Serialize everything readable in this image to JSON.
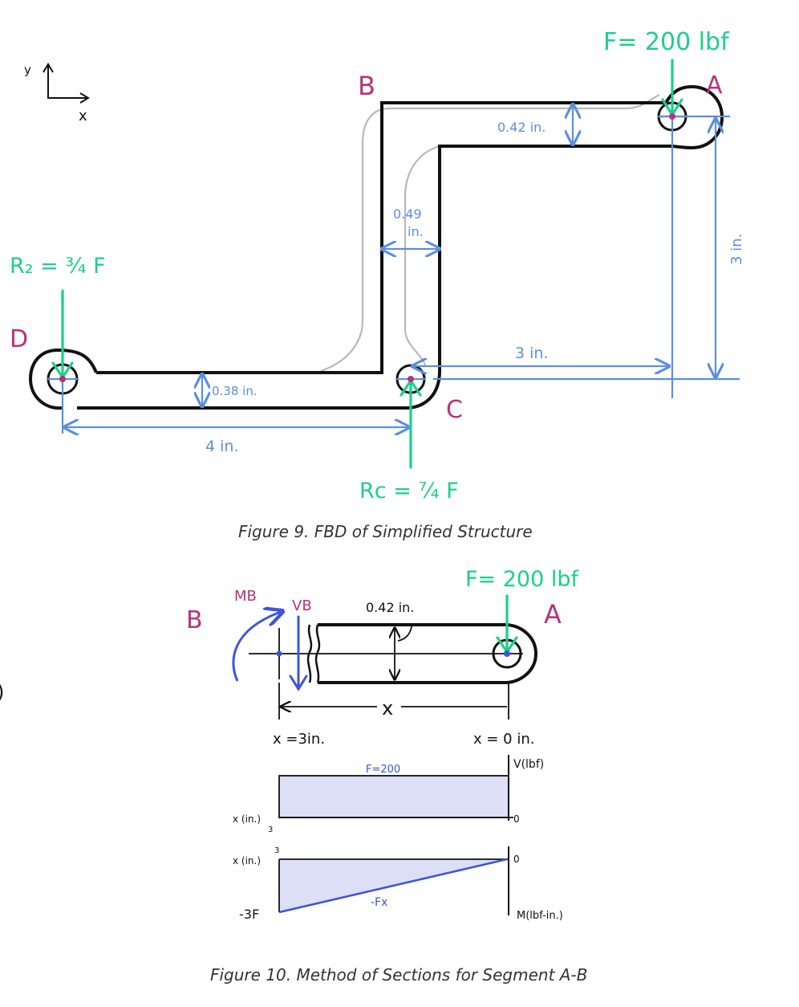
{
  "colors": {
    "force": "#1ccf8a",
    "dim": "#5b8fe0",
    "point": "#b8327a",
    "outline": "#111111",
    "ghost": "#b8b8b8",
    "fill": "#dcdff6",
    "moment": "#3d55d8"
  },
  "fig9": {
    "axis_y": "y",
    "axis_x": "x",
    "point_A": "A",
    "point_B": "B",
    "point_C": "C",
    "point_D": "D",
    "force_F": "F= 200 lbf",
    "reaction_D": "R₂ = ¾ F",
    "reaction_C": "Rc = ⁷⁄₄ F",
    "dim_042": "0.42 in.",
    "dim_049_line1": "0.49",
    "dim_049_line2": "in.",
    "dim_038": "0.38 in.",
    "dim_3in_h": "3 in.",
    "dim_3in_v": "3 in.",
    "dim_4in": "4 in.",
    "caption": "Figure 9. FBD of Simplified Structure"
  },
  "fig10": {
    "point_B": "B",
    "point_A": "A",
    "moment_MB": "MB",
    "shear_VB": "VB",
    "force_F": "F= 200 lbf",
    "dim_042": "0.42 in.",
    "dim_x": "x",
    "x_left": "x =3in.",
    "x_right": "x = 0 in.",
    "shear_axis": "V(lbf)",
    "shear_value": "F=200",
    "shear_x_axis": "x (in.)",
    "shear_x_tick": "3",
    "shear_zero": "0",
    "moment_x_axis": "x (in.)",
    "moment_x_tick": "3",
    "moment_zero": "0",
    "moment_min": "-3F",
    "moment_expr": "-Fx",
    "moment_axis": "M(lbf-in.)",
    "caption": "Figure 10. Method of Sections for Segment A-B"
  },
  "edge_glyph": ")"
}
